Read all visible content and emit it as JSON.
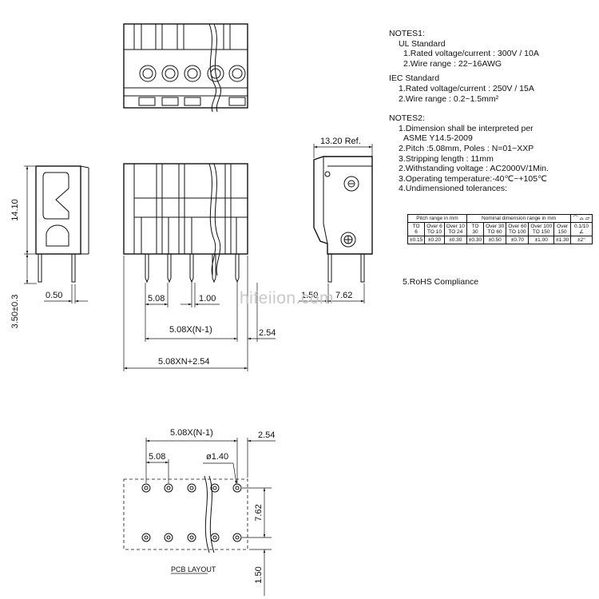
{
  "notes1": {
    "heading": "NOTES1:",
    "ul_heading": "UL Standard",
    "ul_items": [
      "1.Rated voltage/current : 300V / 10A",
      "2.Wire range : 22~16AWG"
    ],
    "iec_heading": "IEC Standard",
    "iec_items": [
      "1.Rated voltage/current : 250V / 15A",
      "2.Wire range : 0.2~1.5mm²"
    ]
  },
  "notes2": {
    "heading": "NOTES2:",
    "items": [
      "1.Dimension shall be interpreted per",
      "ASME Y14.5-2009",
      "2.Pitch :5.08mm, Poles : N=01~XXP",
      "3.Stripping length : 11mm",
      "2.Withstanding voltage : AC2000V/1Min.",
      "3.Operating temperature:-40℃~+105℃",
      "4.Undimensioned tolerances:"
    ],
    "rohs": "5.RoHS Compliance"
  },
  "tolerance_table": {
    "head_pitch": "Pitch range in mm",
    "head_nominal": "Nominal dimension range in mm",
    "head_symbols": "⌒ ⌓ ⏥",
    "pitch_ranges": [
      [
        "Over 6",
        "TO 10"
      ],
      [
        "Over 10",
        "TO 24"
      ]
    ],
    "pitch_first": [
      "TO",
      "6"
    ],
    "nominal_ranges": [
      [
        "TO",
        "30"
      ],
      [
        "Over 30",
        "TO 60"
      ],
      [
        "Over 60",
        "TO 100"
      ],
      [
        "Over 100",
        "TO 150"
      ],
      [
        "Over",
        "150"
      ]
    ],
    "flatness": "0.1/10",
    "angle_symbol": "∠",
    "tolerances": [
      "±0.15",
      "±0.20",
      "±0.30",
      "±0.30",
      "±0.50",
      "±0.70",
      "±1.00",
      "±1.30"
    ],
    "angle_tol": "±2°"
  },
  "dimensions": {
    "height": "14.10",
    "pin_length": "3.50±0.3",
    "pin_width": "0.50",
    "pitch": "5.08",
    "pin_dim": "1.00",
    "span": "5.08X(N-1)",
    "end_offset": "2.54",
    "total": "5.08XN+2.54",
    "ref_width": "13.20 Ref.",
    "side_offset": "1.50",
    "row_spacing": "7.62"
  },
  "pcb_layout": {
    "title": "PCB LAYOUT",
    "span": "5.08X(N-1)",
    "end_offset": "2.54",
    "pitch": "5.08",
    "hole": "ø1.40",
    "row_spacing": "7.62",
    "edge": "1.50"
  },
  "watermark": "hifeiion.com"
}
